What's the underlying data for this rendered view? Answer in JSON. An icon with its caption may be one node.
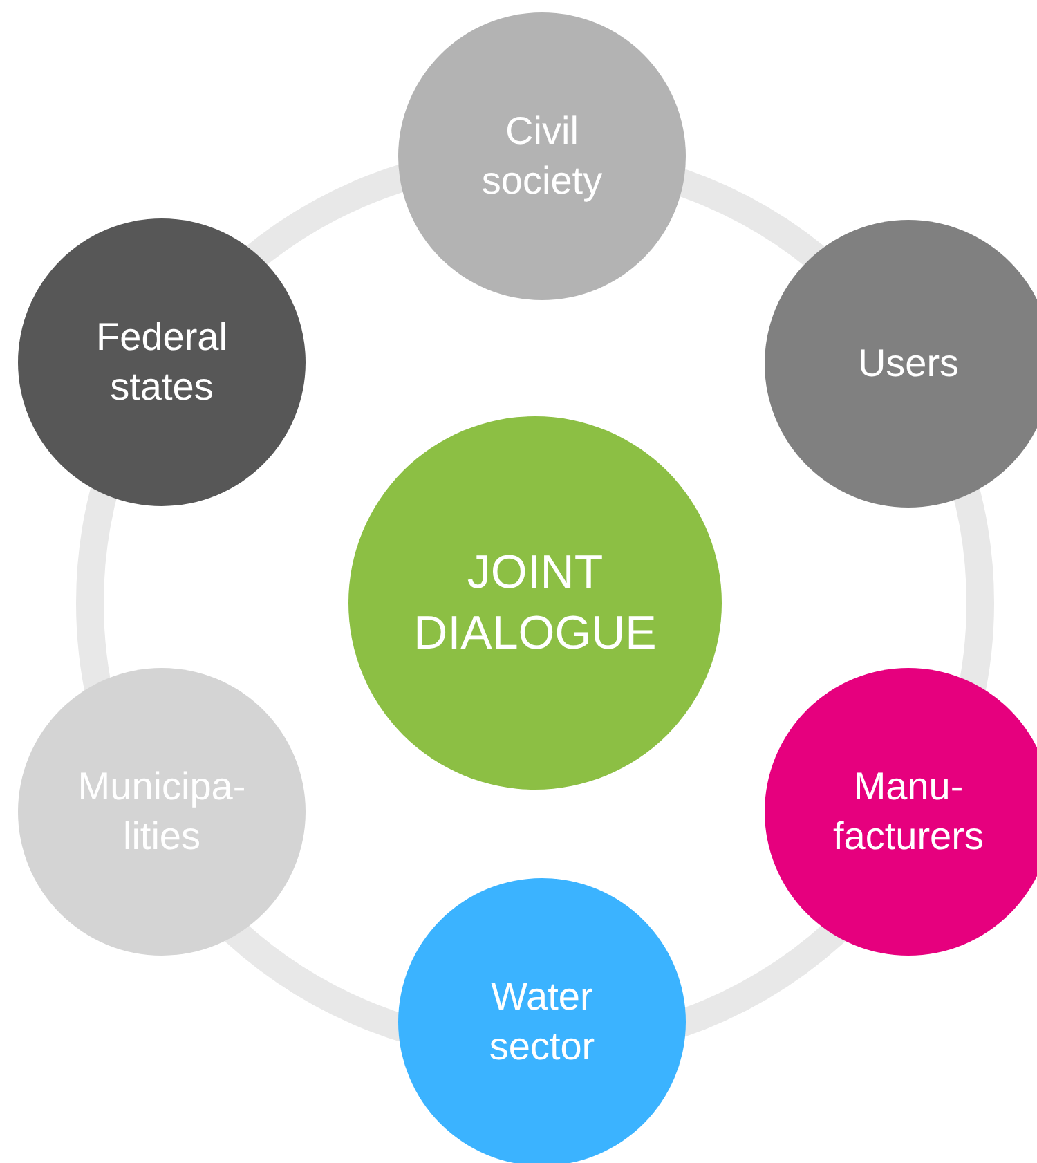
{
  "diagram": {
    "nodes": [
      {
        "text": [
          "JOINT DIALOGUE"
        ]
      },
      {
        "text": [
          "Civil society"
        ]
      },
      {
        "text": [
          "Users"
        ]
      },
      {
        "text": [
          "Manu- facturers"
        ]
      },
      {
        "text": [
          "Water sector"
        ]
      },
      {
        "text": [
          "Municipa- lities"
        ]
      },
      {
        "text": [
          "Federal states"
        ]
      }
    ],
    "edges": []
  }
}
